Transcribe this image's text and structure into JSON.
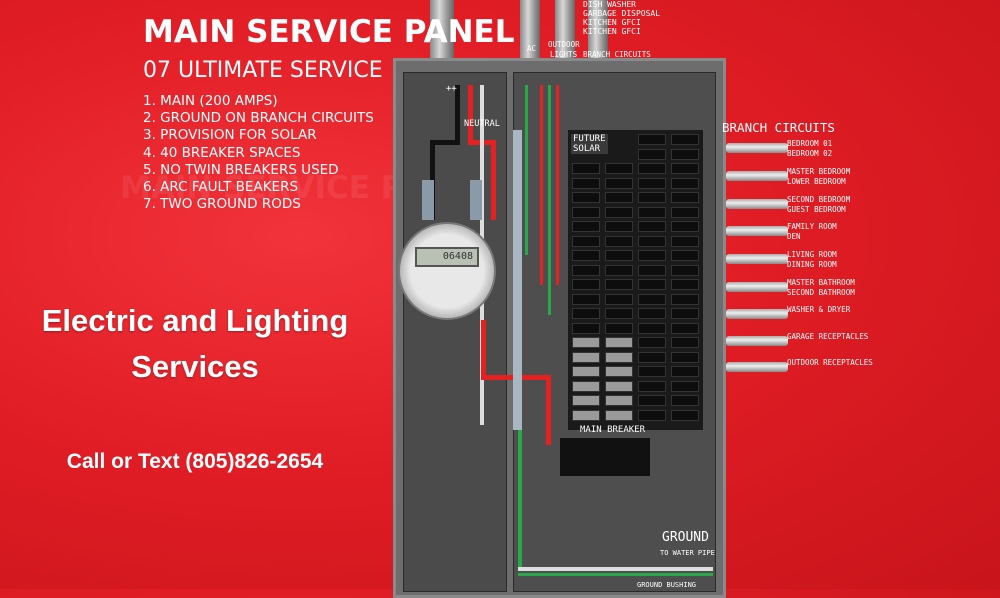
{
  "heading": {
    "title": "MAIN SERVICE PANEL",
    "subtitle": "07 ULTIMATE SERVICE"
  },
  "features": [
    "1. MAIN (200 AMPS)",
    "2. GROUND ON BRANCH CIRCUITS",
    "3. PROVISION FOR SOLAR",
    "4. 40 BREAKER SPACES",
    "5. NO TWIN BREAKERS USED",
    "6. ARC  FAULT BEAKERS",
    "7. TWO  GROUND RODS"
  ],
  "promo": {
    "line1": "Electric and Lighting",
    "line2": "Services",
    "phone": "Call or Text (805)826-2654"
  },
  "diagram": {
    "top_labels": [
      "DISH WASHER",
      "GARBAGE DISPOSAL",
      "KITCHEN GFCI",
      "KITCHEN GFCI"
    ],
    "ac": "AC",
    "outdoor": "OUTDOOR",
    "lights": "LIGHTS",
    "branch_top": "BRANCH CIRCUITS",
    "plus": "++",
    "neutral": "NEUTRAL",
    "future": "FUTURE",
    "solar": "SOLAR",
    "meter_reading": "06408",
    "branch_title": "BRANCH CIRCUITS",
    "branch_circuits": [
      [
        "BEDROOM 01",
        "BEDROOM 02"
      ],
      [
        "MASTER BEDROOM",
        "LOWER BEDROOM"
      ],
      [
        "SECOND BEDROOM",
        "GUEST BEDROOM"
      ],
      [
        "FAMILY ROOM",
        "DEN"
      ],
      [
        "LIVING ROOM",
        "DINING ROOM"
      ],
      [
        "MASTER BATHROOM",
        "SECOND BATHROOM"
      ],
      [
        "WASHER & DRYER"
      ],
      [
        "GARAGE RECEPTACLES"
      ],
      [
        "OUTDOOR RECEPTACLES"
      ]
    ],
    "main_breaker": "MAIN BREAKER",
    "ground": "GROUND",
    "ground_sub": "TO WATER PIPE",
    "ground_bushing": "GROUND BUSHING"
  },
  "colors": {
    "background": "#e11d25",
    "panel": "#6d6d6d",
    "hot_wire": "#e52020",
    "ground_wire": "#27a84a"
  }
}
